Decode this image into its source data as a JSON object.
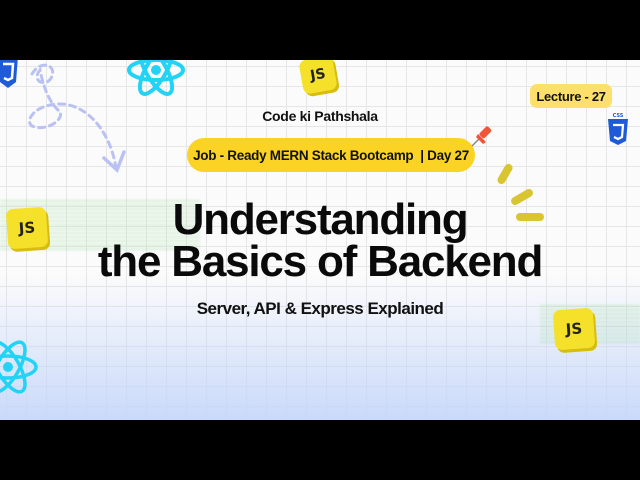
{
  "channel": {
    "name": "Code ki Pathshala"
  },
  "course_pill": {
    "label": "Job - Ready MERN Stack Bootcamp  | Day 27"
  },
  "lecture_badge": {
    "label": "Lecture - 27"
  },
  "title": {
    "line1": "Understanding",
    "line2": "the Basics of Backend"
  },
  "subtitle": "Server, API & Express Explained",
  "icons": {
    "js_label": "JS",
    "css_label": "CSS"
  },
  "colors": {
    "pill_yellow": "#fbd324",
    "lecture_yellow": "#fde06b",
    "react_cyan": "#22d3f5",
    "css_blue": "#1f5ad8",
    "pin_red": "#f0553a",
    "arrow_lavender": "#b9c2f2"
  }
}
